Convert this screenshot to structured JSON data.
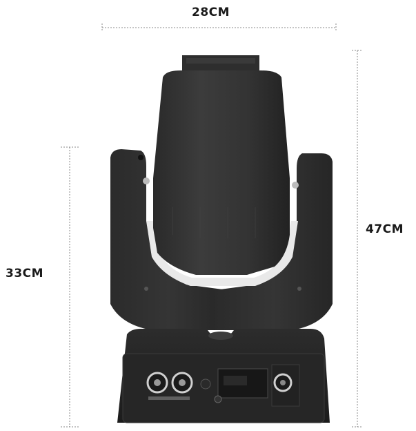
{
  "dimensions": {
    "width_label": "28CM",
    "total_height_label": "47CM",
    "arm_height_label": "33CM"
  }
}
